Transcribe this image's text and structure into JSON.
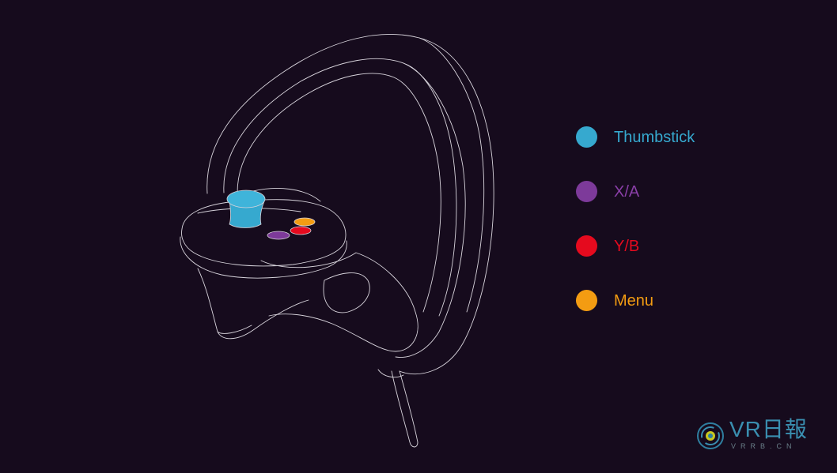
{
  "legend": {
    "items": [
      {
        "label": "Thumbstick",
        "color": "#36a9cf"
      },
      {
        "label": "X/A",
        "color": "#7d3a9a"
      },
      {
        "label": "Y/B",
        "color": "#e50a1e"
      },
      {
        "label": "Menu",
        "color": "#f39c12"
      }
    ]
  },
  "watermark": {
    "brand": "VR日報",
    "domain": "VRRB.CN"
  },
  "colors": {
    "background": "#160b1d",
    "outline": "#d8d4dc"
  }
}
